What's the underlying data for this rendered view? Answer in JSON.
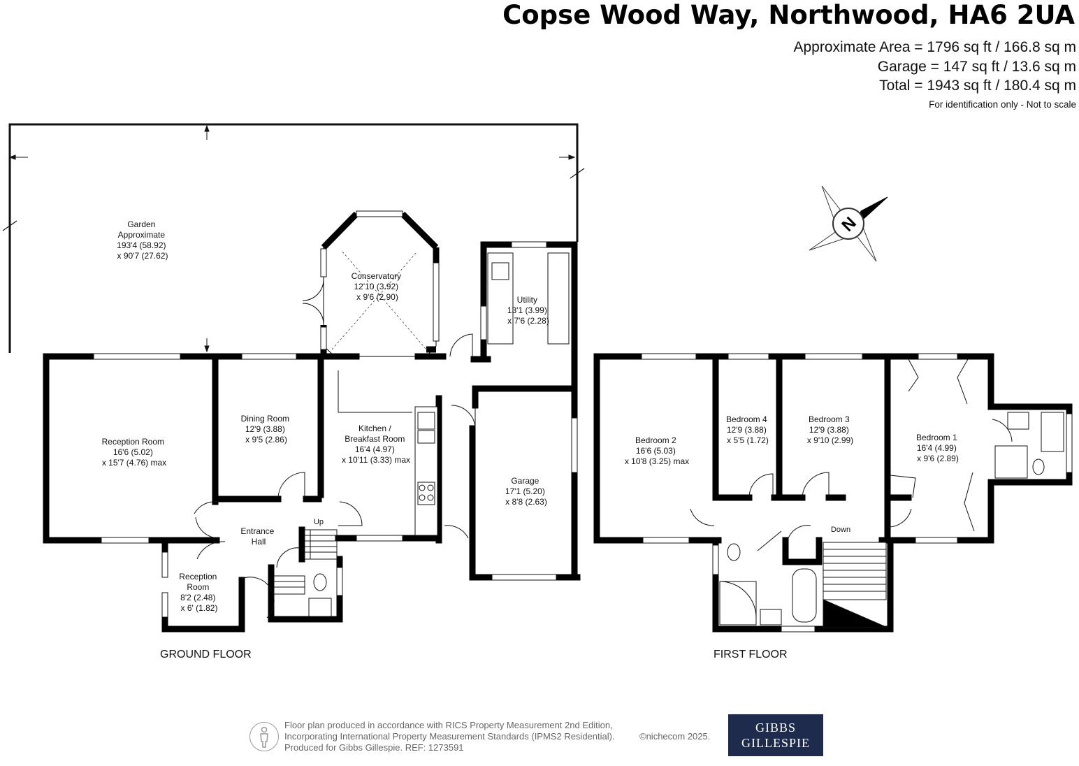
{
  "header": {
    "title": "Copse Wood Way, Northwood, HA6 2UA",
    "area_approx": "Approximate Area = 1796 sq ft / 166.8 sq m",
    "area_garage": "Garage = 147 sq ft / 13.6 sq m",
    "area_total": "Total = 1943 sq ft / 180.4 sq m",
    "note": "For identification only - Not to scale"
  },
  "ground_floor": {
    "label": "GROUND FLOOR",
    "garden": [
      "Garden",
      "Approximate",
      "193'4 (58.92)",
      "x 90'7 (27.62)"
    ],
    "conservatory": [
      "Conservatory",
      "12'10 (3.92)",
      "x 9'6 (2.90)"
    ],
    "utility": [
      "Utility",
      "13'1 (3.99)",
      "x 7'6 (2.28)"
    ],
    "reception_room": [
      "Reception Room",
      "16'6 (5.02)",
      "x 15'7 (4.76) max"
    ],
    "dining_room": [
      "Dining  Room",
      "12'9 (3.88)",
      "x 9'5 (2.86)"
    ],
    "kitchen": [
      "Kitchen /",
      "Breakfast Room",
      "16'4 (4.97)",
      "x 10'11 (3.33) max"
    ],
    "garage": [
      "Garage",
      "17'1 (5.20)",
      "x 8'8 (2.63)"
    ],
    "entrance_hall": [
      "Entrance",
      "Hall"
    ],
    "reception_room_small": [
      "Reception",
      "Room",
      "8'2 (2.48)",
      "x 6' (1.82)"
    ],
    "up": "Up"
  },
  "first_floor": {
    "label": "FIRST FLOOR",
    "bedroom2": [
      "Bedroom 2",
      "16'6 (5.03)",
      "x 10'8 (3.25) max"
    ],
    "bedroom4": [
      "Bedroom 4",
      "12'9 (3.88)",
      "x 5'5 (1.72)"
    ],
    "bedroom3": [
      "Bedroom 3",
      "12'9 (3.88)",
      "x 9'10 (2.99)"
    ],
    "bedroom1": [
      "Bedroom 1",
      "16'4 (4.99)",
      "x 9'6 (2.89)"
    ],
    "down": "Down"
  },
  "compass": {
    "letter": "N"
  },
  "footer": {
    "line1": "Floor plan produced in accordance with RICS Property Measurement 2nd Edition,",
    "line2": "Incorporating International Property Measurement Standards (IPMS2 Residential).",
    "line3": "Produced for Gibbs Gillespie.   REF:  1273591",
    "copyright": "©nichecom 2025.",
    "logo_line1": "GIBBS",
    "logo_line2": "GILLESPIE"
  }
}
